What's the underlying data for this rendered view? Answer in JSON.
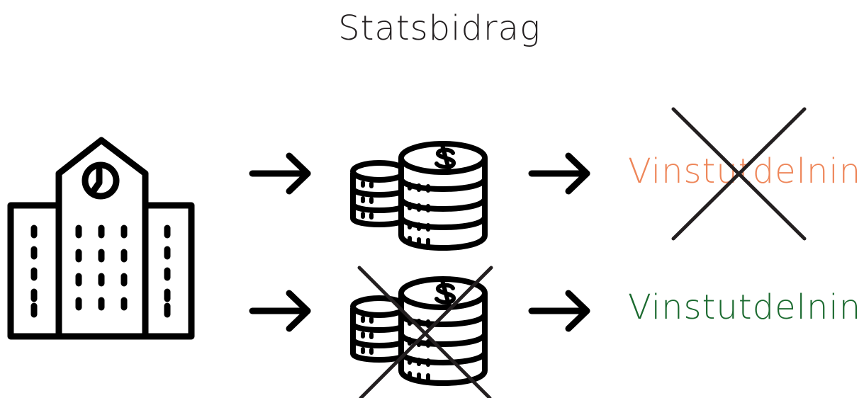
{
  "title": "Statsbidrag",
  "rows": [
    {
      "label": "Vinstutdelning",
      "label_color": "#ee8659",
      "label_crossed": true,
      "money_crossed": false
    },
    {
      "label": "Vinstutdelning",
      "label_color": "#1b6a2f",
      "label_crossed": false,
      "money_crossed": true
    }
  ],
  "colors": {
    "ink": "#000000",
    "cross": "#231f20"
  },
  "icons": [
    "government-building-icon",
    "arrow-right-icon",
    "coin-stacks-dollar-icon",
    "cross-icon"
  ]
}
